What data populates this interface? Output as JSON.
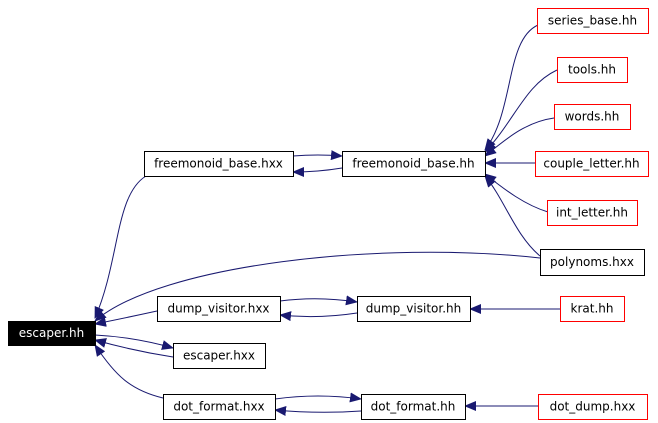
{
  "colors": {
    "edge": "#191970",
    "border_normal": "#000000",
    "border_truncated": "#ff0000",
    "root_fill": "#000000",
    "root_text": "#ffffff",
    "text": "#000000",
    "background": "#ffffff"
  },
  "nodes": [
    {
      "id": "escaper_hh",
      "label": "escaper.hh",
      "style": "root"
    },
    {
      "id": "freemonoid_base_hxx",
      "label": "freemonoid_base.hxx",
      "style": "normal"
    },
    {
      "id": "freemonoid_base_hh",
      "label": "freemonoid_base.hh",
      "style": "normal"
    },
    {
      "id": "series_base_hh",
      "label": "series_base.hh",
      "style": "truncated"
    },
    {
      "id": "tools_hh",
      "label": "tools.hh",
      "style": "truncated"
    },
    {
      "id": "words_hh",
      "label": "words.hh",
      "style": "truncated"
    },
    {
      "id": "couple_letter_hh",
      "label": "couple_letter.hh",
      "style": "truncated"
    },
    {
      "id": "int_letter_hh",
      "label": "int_letter.hh",
      "style": "truncated"
    },
    {
      "id": "polynoms_hxx",
      "label": "polynoms.hxx",
      "style": "normal"
    },
    {
      "id": "dump_visitor_hxx",
      "label": "dump_visitor.hxx",
      "style": "normal"
    },
    {
      "id": "dump_visitor_hh",
      "label": "dump_visitor.hh",
      "style": "normal"
    },
    {
      "id": "krat_hh",
      "label": "krat.hh",
      "style": "truncated"
    },
    {
      "id": "escaper_hxx",
      "label": "escaper.hxx",
      "style": "normal"
    },
    {
      "id": "dot_format_hxx",
      "label": "dot_format.hxx",
      "style": "normal"
    },
    {
      "id": "dot_format_hh",
      "label": "dot_format.hh",
      "style": "normal"
    },
    {
      "id": "dot_dump_hxx",
      "label": "dot_dump.hxx",
      "style": "truncated"
    }
  ],
  "edges": [
    {
      "from": "freemonoid_base_hxx",
      "to": "escaper_hh"
    },
    {
      "from": "freemonoid_base_hh",
      "to": "freemonoid_base_hxx"
    },
    {
      "from": "freemonoid_base_hxx",
      "to": "freemonoid_base_hh"
    },
    {
      "from": "series_base_hh",
      "to": "freemonoid_base_hh"
    },
    {
      "from": "tools_hh",
      "to": "freemonoid_base_hh"
    },
    {
      "from": "words_hh",
      "to": "freemonoid_base_hh"
    },
    {
      "from": "couple_letter_hh",
      "to": "freemonoid_base_hh"
    },
    {
      "from": "int_letter_hh",
      "to": "freemonoid_base_hh"
    },
    {
      "from": "polynoms_hxx",
      "to": "freemonoid_base_hh"
    },
    {
      "from": "polynoms_hxx",
      "to": "escaper_hh"
    },
    {
      "from": "dump_visitor_hxx",
      "to": "escaper_hh"
    },
    {
      "from": "dump_visitor_hh",
      "to": "dump_visitor_hxx"
    },
    {
      "from": "dump_visitor_hxx",
      "to": "dump_visitor_hh"
    },
    {
      "from": "krat_hh",
      "to": "dump_visitor_hh"
    },
    {
      "from": "escaper_hxx",
      "to": "escaper_hh"
    },
    {
      "from": "escaper_hh",
      "to": "escaper_hxx"
    },
    {
      "from": "dot_format_hxx",
      "to": "escaper_hh"
    },
    {
      "from": "dot_format_hh",
      "to": "dot_format_hxx"
    },
    {
      "from": "dot_format_hxx",
      "to": "dot_format_hh"
    },
    {
      "from": "dot_dump_hxx",
      "to": "dot_format_hh"
    }
  ]
}
